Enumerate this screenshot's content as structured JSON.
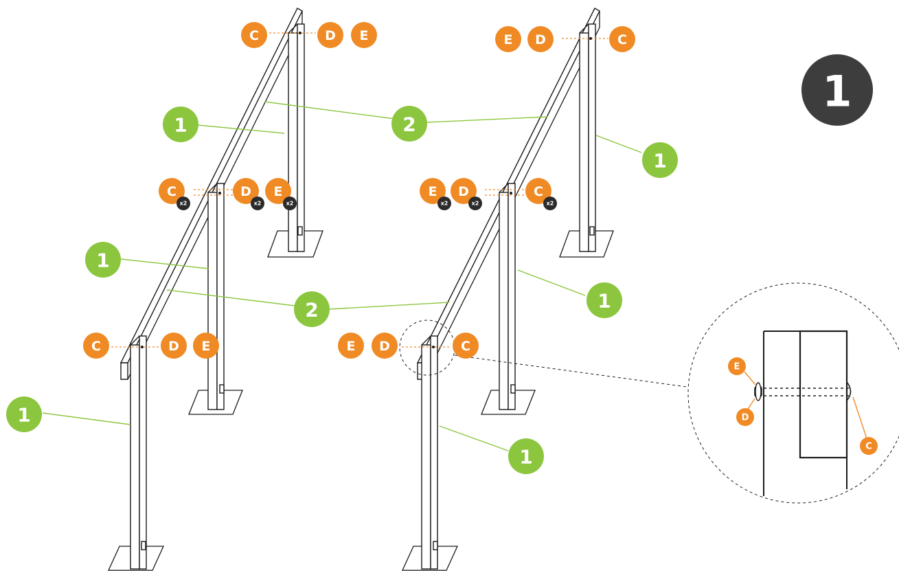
{
  "step_number": "1",
  "part_labels": {
    "post": "1",
    "rail": "2"
  },
  "hardware_labels": {
    "c": "C",
    "d": "D",
    "e": "E"
  },
  "quantity_label": "x2",
  "colors": {
    "post_badge": "#8cc63f",
    "hardware_badge": "#f08a24",
    "step_badge": "#3d3d3d",
    "quantity_badge": "#2b2b2b"
  },
  "detail": {
    "labels": [
      "E",
      "D",
      "C"
    ]
  }
}
